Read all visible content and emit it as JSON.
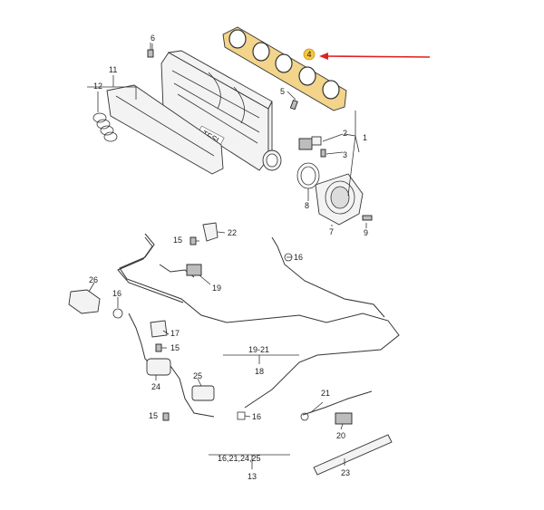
{
  "callouts": [
    {
      "id": "c1",
      "text": "1"
    },
    {
      "id": "c2",
      "text": "2"
    },
    {
      "id": "c3",
      "text": "3"
    },
    {
      "id": "c4",
      "text": "4"
    },
    {
      "id": "c5",
      "text": "5"
    },
    {
      "id": "c6",
      "text": "6"
    },
    {
      "id": "c7",
      "text": "7"
    },
    {
      "id": "c8",
      "text": "8"
    },
    {
      "id": "c9",
      "text": "9"
    },
    {
      "id": "c11",
      "text": "11"
    },
    {
      "id": "c12",
      "text": "12"
    },
    {
      "id": "c13",
      "text": "13"
    },
    {
      "id": "c13sub",
      "text": "16,21,24,25"
    },
    {
      "id": "c15a",
      "text": "15"
    },
    {
      "id": "c15b",
      "text": "15"
    },
    {
      "id": "c15c",
      "text": "15"
    },
    {
      "id": "c16a",
      "text": "16"
    },
    {
      "id": "c16b",
      "text": "16"
    },
    {
      "id": "c16c",
      "text": "16"
    },
    {
      "id": "c17",
      "text": "17"
    },
    {
      "id": "c18",
      "text": "18"
    },
    {
      "id": "c18sub",
      "text": "19-21"
    },
    {
      "id": "c19",
      "text": "19"
    },
    {
      "id": "c20",
      "text": "20"
    },
    {
      "id": "c21",
      "text": "21"
    },
    {
      "id": "c22",
      "text": "22"
    },
    {
      "id": "c23",
      "text": "23"
    },
    {
      "id": "c24",
      "text": "24"
    },
    {
      "id": "c25",
      "text": "25"
    },
    {
      "id": "c26",
      "text": "26"
    }
  ],
  "badge_text": "TFSI",
  "colors": {
    "highlight_fill": "#f2d48a",
    "highlight_badge": "#f5c542",
    "arrow": "#e02020"
  }
}
